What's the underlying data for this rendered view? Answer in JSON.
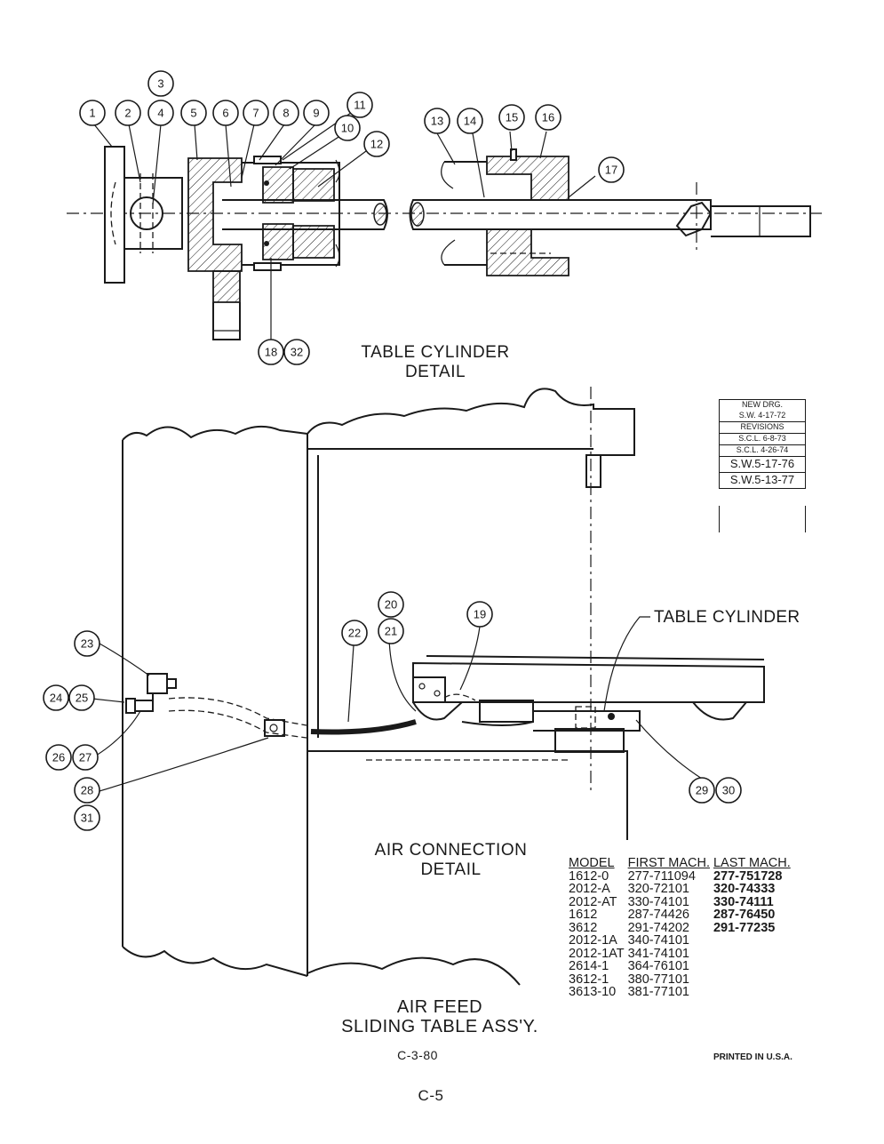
{
  "table_cylinder_detail": {
    "title_line1": "TABLE CYLINDER",
    "title_line2": "DETAIL",
    "balloons": [
      "1",
      "2",
      "3",
      "4",
      "5",
      "6",
      "7",
      "8",
      "9",
      "10",
      "11",
      "12",
      "13",
      "14",
      "15",
      "16",
      "17",
      "18",
      "32"
    ]
  },
  "air_connection_detail": {
    "title_line1": "AIR CONNECTION",
    "title_line2": "DETAIL",
    "callout": "TABLE CYLINDER",
    "balloons": [
      "19",
      "20",
      "21",
      "22",
      "23",
      "24",
      "25",
      "26",
      "27",
      "28",
      "29",
      "30",
      "31"
    ]
  },
  "revisions_box": {
    "rows": [
      "NEW DRG.",
      "S.W. 4-17-72",
      "REVISIONS",
      "S.C.L. 6-8-73",
      "S.C.L. 4-26-74",
      "S.W.5-17-76",
      "S.W.5-13-77"
    ]
  },
  "model_table": {
    "headers": [
      "MODEL",
      "FIRST MACH.",
      "LAST MACH."
    ],
    "rows": [
      [
        "1612-0",
        "277-711094",
        "277-751728"
      ],
      [
        "2012-A",
        "320-72101",
        "320-74333"
      ],
      [
        "2012-AT",
        "330-74101",
        "330-74111"
      ],
      [
        "1612",
        "287-74426",
        "287-76450"
      ],
      [
        "3612",
        "291-74202",
        "291-77235"
      ],
      [
        "2012-1A",
        "340-74101",
        ""
      ],
      [
        "2012-1AT",
        "341-74101",
        ""
      ],
      [
        "2614-1",
        "364-76101",
        ""
      ],
      [
        "3612-1",
        "380-77101",
        ""
      ],
      [
        "3613-10",
        "381-77101",
        ""
      ]
    ]
  },
  "footer": {
    "assembly_line1": "AIR FEED",
    "assembly_line2": "SLIDING TABLE ASS'Y.",
    "drawing_no": "C-3-80",
    "printed": "PRINTED IN U.S.A.",
    "page": "C-5"
  }
}
